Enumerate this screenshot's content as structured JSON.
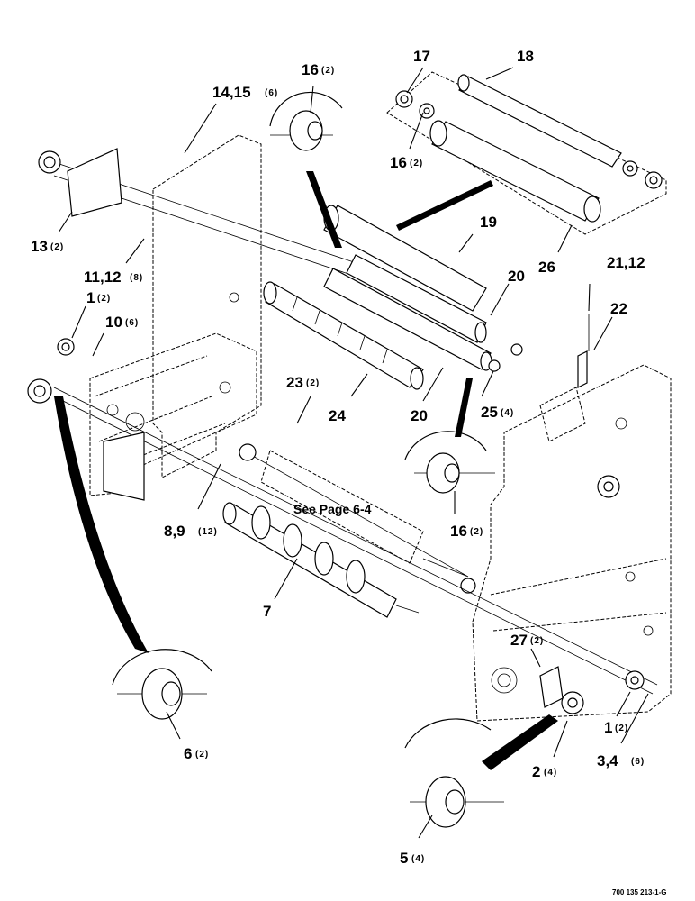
{
  "callouts": [
    {
      "id": "c16a",
      "num": "16",
      "qty": "(2)"
    },
    {
      "id": "c17",
      "num": "17",
      "qty": ""
    },
    {
      "id": "c18",
      "num": "18",
      "qty": ""
    },
    {
      "id": "c1415",
      "num": "14,15",
      "qty": "(6)"
    },
    {
      "id": "c16b",
      "num": "16",
      "qty": "(2)"
    },
    {
      "id": "c13",
      "num": "13",
      "qty": "(2)"
    },
    {
      "id": "c19",
      "num": "19",
      "qty": ""
    },
    {
      "id": "c1112",
      "num": "11,12",
      "qty": "(8)"
    },
    {
      "id": "c26",
      "num": "26",
      "qty": ""
    },
    {
      "id": "c2112",
      "num": "21,12",
      "qty": ""
    },
    {
      "id": "c1a",
      "num": "1",
      "qty": "(2)"
    },
    {
      "id": "c20a",
      "num": "20",
      "qty": ""
    },
    {
      "id": "c22",
      "num": "22",
      "qty": ""
    },
    {
      "id": "c10",
      "num": "10",
      "qty": "(6)"
    },
    {
      "id": "c23",
      "num": "23",
      "qty": "(2)"
    },
    {
      "id": "c24",
      "num": "24",
      "qty": ""
    },
    {
      "id": "c20b",
      "num": "20",
      "qty": ""
    },
    {
      "id": "c25",
      "num": "25",
      "qty": "(4)"
    },
    {
      "id": "c89",
      "num": "8,9",
      "qty": "(12)"
    },
    {
      "id": "c16c",
      "num": "16",
      "qty": "(2)"
    },
    {
      "id": "c7",
      "num": "7",
      "qty": ""
    },
    {
      "id": "c27",
      "num": "27",
      "qty": "(2)"
    },
    {
      "id": "c6",
      "num": "6",
      "qty": "(2)"
    },
    {
      "id": "c1b",
      "num": "1",
      "qty": "(2)"
    },
    {
      "id": "c2",
      "num": "2",
      "qty": "(4)"
    },
    {
      "id": "c34",
      "num": "3,4",
      "qty": "(6)"
    },
    {
      "id": "c5",
      "num": "5",
      "qty": "(4)"
    }
  ],
  "see_page_note": "See Page 6-4",
  "drawing_code": "700 135 213-1-G"
}
